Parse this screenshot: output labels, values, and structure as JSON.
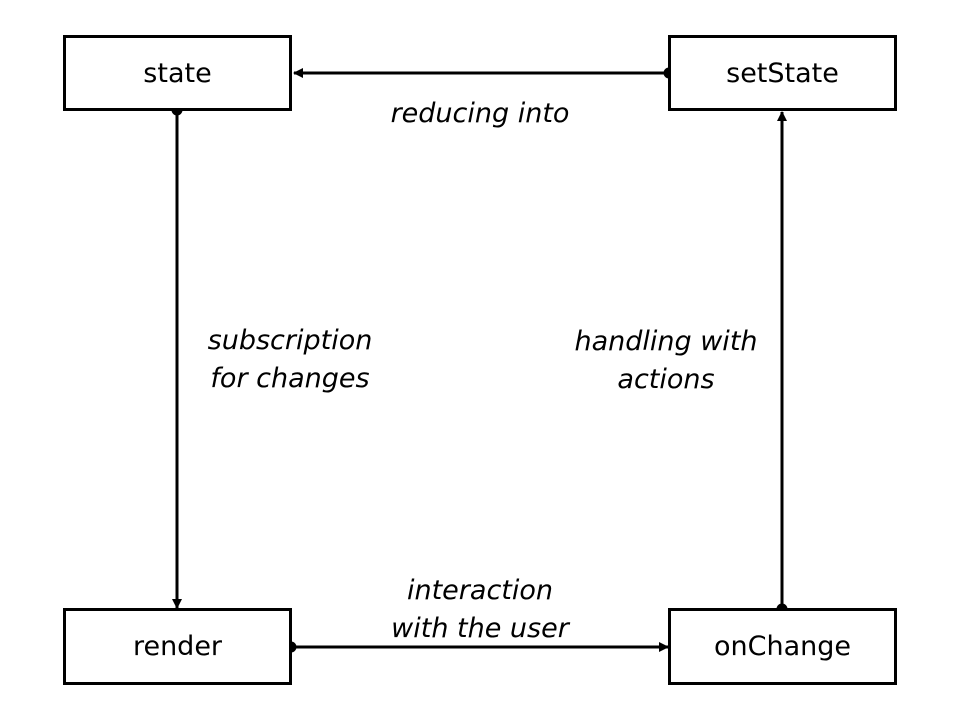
{
  "nodes": {
    "state": "state",
    "setState": "setState",
    "render": "render",
    "onChange": "onChange"
  },
  "edges": {
    "reducing": {
      "lines": [
        "reducing into"
      ]
    },
    "subscription": {
      "lines": [
        "subscription",
        "for changes"
      ]
    },
    "handling": {
      "lines": [
        "handling with",
        "actions"
      ]
    },
    "interaction": {
      "lines": [
        "interaction",
        "with the user"
      ]
    }
  },
  "colors": {
    "stroke": "#000000",
    "background": "#ffffff"
  }
}
